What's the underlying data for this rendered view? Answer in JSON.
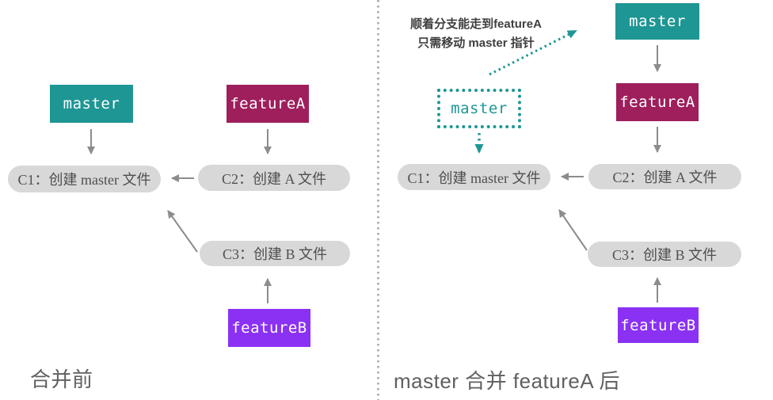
{
  "left": {
    "caption": "合并前",
    "branches": {
      "master": "master",
      "featureA": "featureA",
      "featureB": "featureB"
    },
    "commits": {
      "c1": "C1：创建 master 文件",
      "c2": "C2：创建 A 文件",
      "c3": "C3：创建 B 文件"
    }
  },
  "right": {
    "caption": "master 合并 featureA 后",
    "annotation_line1": "顺着分支能走到featureA",
    "annotation_line2": "只需移动 master 指针",
    "branches": {
      "master_moved": "master",
      "master_old": "master",
      "featureA": "featureA",
      "featureB": "featureB"
    },
    "commits": {
      "c1": "C1：创建 master 文件",
      "c2": "C2：创建 A 文件",
      "c3": "C3：创建 B 文件"
    }
  },
  "colors": {
    "teal": "#1e9694",
    "magenta": "#9e1f5c",
    "purple": "#8b31f3",
    "pill_background": "#d8d8d8",
    "pill_text": "#4f4f4f",
    "arrow_gray": "#8c8c8c",
    "caption_text": "#606060",
    "divider_dot": "#b3b3b3"
  }
}
